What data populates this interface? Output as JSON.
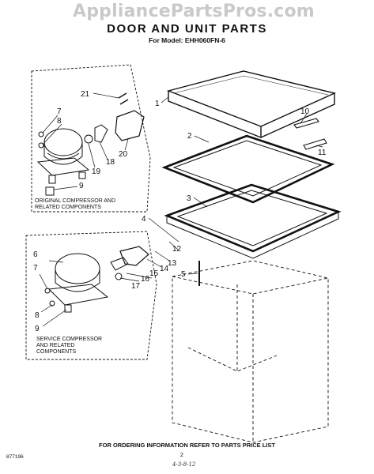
{
  "watermark": "AppliancePartsPros.com",
  "title": "DOOR AND UNIT PARTS",
  "model_line": "For Model: EHH060FN-6",
  "boxes": {
    "original": "ORIGINAL COMPRESSOR AND RELATED COMPONENTS",
    "service": "SERVICE COMPRESSOR AND RELATED COMPONENTS"
  },
  "callouts": [
    "1",
    "2",
    "3",
    "4",
    "5",
    "6",
    "7",
    "8",
    "9",
    "10",
    "11",
    "12",
    "13",
    "14",
    "15",
    "16",
    "17",
    "18",
    "19",
    "20",
    "21"
  ],
  "footer": "FOR ORDERING INFORMATION REFER TO PARTS PRICE LIST",
  "doc_code": "877196",
  "page_number": "2",
  "handwritten": "4-3-8-12"
}
